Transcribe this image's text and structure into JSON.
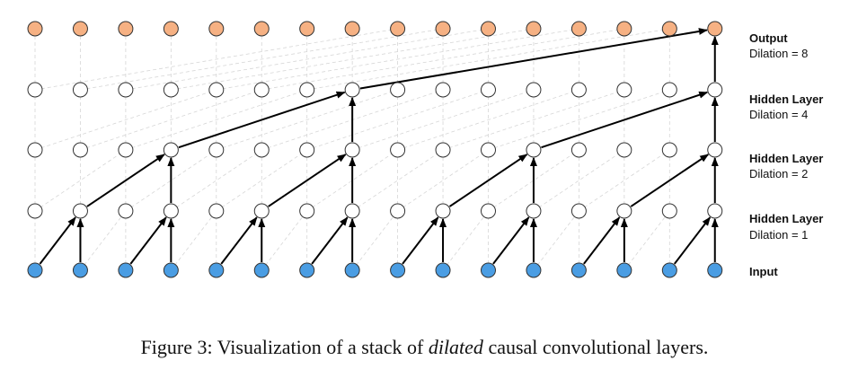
{
  "figure": {
    "caption_prefix": "Figure 3: Visualization of a stack of",
    "caption_emph": "dilated",
    "caption_suffix": "causal convolutional layers."
  },
  "layers": [
    {
      "key": "output",
      "title": "Output",
      "subtitle": "Dilation = 8",
      "fill": "#f6b183",
      "dilation": 8
    },
    {
      "key": "hidden4",
      "title": "Hidden Layer",
      "subtitle": "Dilation = 4",
      "fill": "#ffffff",
      "dilation": 4
    },
    {
      "key": "hidden2",
      "title": "Hidden Layer",
      "subtitle": "Dilation = 2",
      "fill": "#ffffff",
      "dilation": 2
    },
    {
      "key": "hidden1",
      "title": "Hidden Layer",
      "subtitle": "Dilation = 1",
      "fill": "#ffffff",
      "dilation": 1
    },
    {
      "key": "input",
      "title": "Input",
      "subtitle": "",
      "fill": "#4a9de3",
      "dilation": 0
    }
  ],
  "nodes_per_layer": 16,
  "colors": {
    "node_stroke": "#333333",
    "arrow": "#000000",
    "faint_line": "#d6d6d6"
  }
}
